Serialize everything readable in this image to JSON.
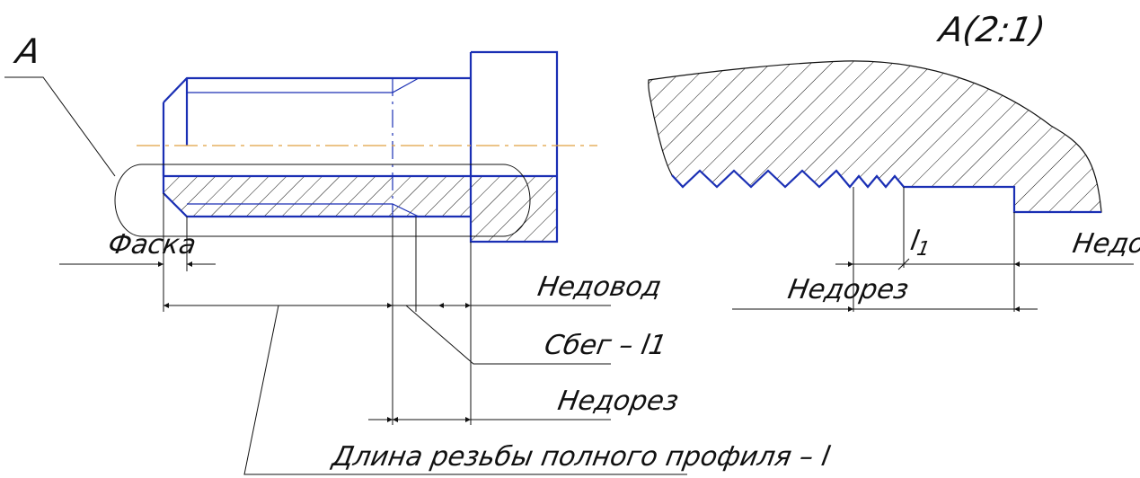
{
  "colors": {
    "part_outline": "#1a2fb4",
    "axis_line": "#e0a040",
    "dimension_line": "#111111",
    "background": "#ffffff"
  },
  "labels": {
    "view_marker": "A",
    "detail_view_title": "A(2:1)",
    "chamfer": "Фаска",
    "underrun": "Недовод",
    "runout": "Сбег – l1",
    "undercut": "Недорез",
    "full_profile_length": "Длина резьбы полного профиля – l",
    "detail_l1_main": "l",
    "detail_l1_sub": "1",
    "detail_underrun": "Недовод",
    "detail_undercut": "Недорез"
  }
}
